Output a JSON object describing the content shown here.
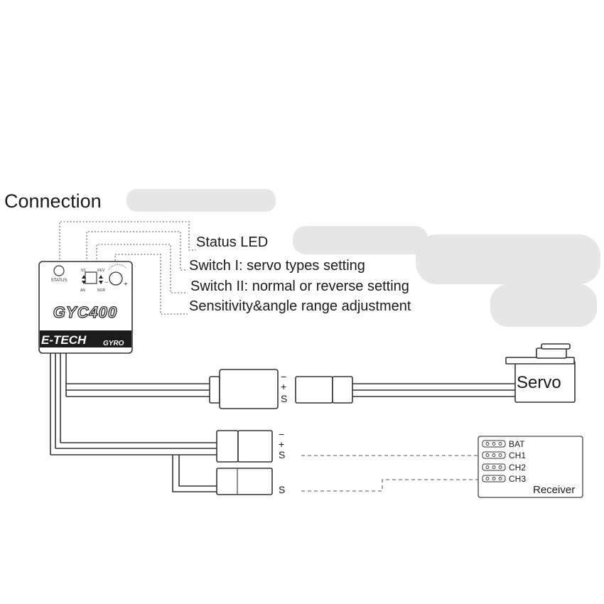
{
  "title": "Connection",
  "callouts": {
    "status_led": "Status  LED",
    "switch_1": "Switch I:  servo types setting",
    "switch_2": "Switch II:  normal or reverse setting",
    "sensitivity": "Sensitivity&angle range adjustment"
  },
  "gyro": {
    "status_label": "STATUS",
    "model": "GYC400",
    "brand": "E-TECH",
    "type": "GYRO",
    "switch_top_left": "SS",
    "switch_bottom_left": "AN",
    "switch_top_right": "REV",
    "switch_bottom_right": "NOR",
    "knob_minus": "−",
    "knob_plus": "+"
  },
  "connectors": {
    "top": {
      "minus": "−",
      "plus": "+",
      "signal": "S"
    },
    "middle": {
      "minus": "−",
      "plus": "+",
      "signal": "S"
    },
    "bottom": {
      "signal": "S"
    }
  },
  "servo": {
    "label": "Servo"
  },
  "receiver": {
    "label": "Receiver",
    "channels": [
      "BAT",
      "CH1",
      "CH2",
      "CH3"
    ]
  },
  "colors": {
    "ink": "#1a1a1a",
    "band": "#1c1c1c",
    "smear": "#e6e6e6"
  }
}
